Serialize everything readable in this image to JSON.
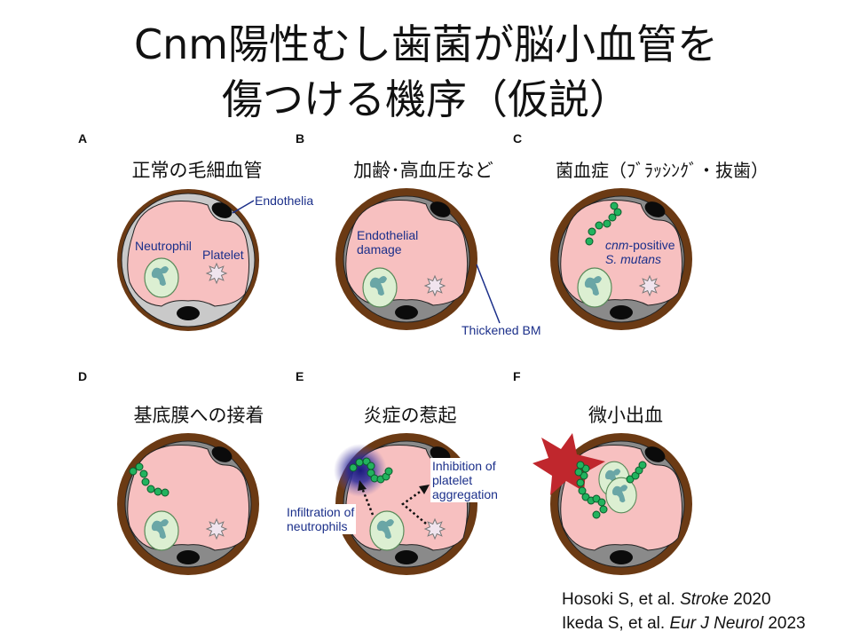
{
  "title": {
    "line1": "Cnm陽性むし歯菌が脳小血管を",
    "line2": "傷つける機序（仮説）"
  },
  "panels": [
    {
      "letter": "A",
      "title": "正常の毛細血管"
    },
    {
      "letter": "B",
      "title": "加齢･高血圧など"
    },
    {
      "letter": "C",
      "title": "菌血症（ﾌﾞﾗｯｼﾝｸﾞ・抜歯）"
    },
    {
      "letter": "D",
      "title": "基底膜への接着"
    },
    {
      "letter": "E",
      "title": "炎症の惹起"
    },
    {
      "letter": "F",
      "title": "微小出血"
    }
  ],
  "labels": {
    "endothelia": "Endothelia",
    "neutrophil": "Neutrophil",
    "platelet": "Platelet",
    "endothelial_damage_1": "Endothelial",
    "endothelial_damage_2": "damage",
    "thickened_bm": "Thickened BM",
    "cnm_italic": "cnm",
    "cnm_rest": "-positive",
    "s_mutans": "S. mutans",
    "inhibition_1": "Inhibition of",
    "inhibition_2": "platelet",
    "inhibition_3": "aggregation",
    "infiltration_1": "Infiltration of",
    "infiltration_2": "neutrophils"
  },
  "citations": [
    {
      "pre": "Hosoki S, et al. ",
      "journal": "Stroke",
      "year": " 2020"
    },
    {
      "pre": "Ikeda S, et al. ",
      "journal": "Eur J Neurol",
      "year": " 2023"
    }
  ],
  "colors": {
    "wall": "#6b3a14",
    "lumen": "#f7c0c0",
    "endo_normal": "#c9c9c9",
    "endo_damaged": "#8a8a8a",
    "bacteria": "#22b35e",
    "hemorrhage": "#c0272d",
    "label": "#1b2f8a"
  }
}
